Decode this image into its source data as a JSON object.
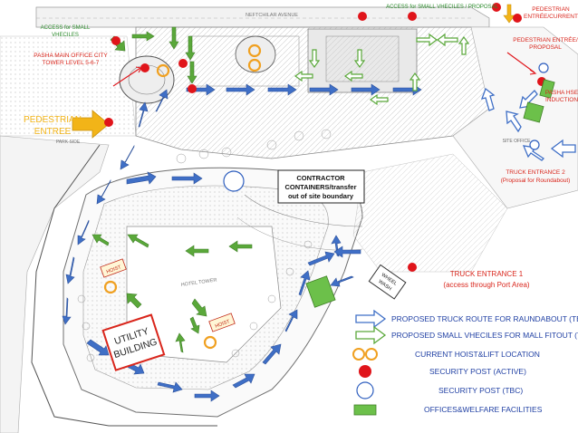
{
  "labels": {
    "access_small_vehicles": "ACCESS for SMALL\nVHECILES",
    "access_small_vehicles_proposal": "ACCESS for SMALL VHECILES / PROPOSAL",
    "pasha_main_office": "PASHA MAIN OFFICE CITY\nTOWER LEVEL 5-6-7",
    "pedestrian_entree": "PEDESTRIAN\nENTREE",
    "pedestrian_entree_current": "PEDESTRIAN\nENTRÉE/CURRENT",
    "pedestrian_entree_proposal": "PEDESTRIAN ENTRÉE/\nPROPOSAL",
    "pasha_hse_induction": "PASHA HSE\nINDUCTION",
    "site_office": "SITE OFFICE",
    "truck_entrance_2": "TRUCK ENTRANCE 2\n(Proposal for Roundabout)",
    "contractor_containers": "CONTRACTOR\nCONTAINERS/transfer\nout of site boundary",
    "truck_entrance_1": "TRUCK ENTRANCE 1\n(access through Port Area)",
    "wheel_wash": "WHEEL\nWASH",
    "hoist_left": "HOIST",
    "hoist_right": "HOIST",
    "utility_building": "UTILITY\nBUILDING",
    "hotel_tower": "HOTEL TOWER",
    "street_top": "NEFTCHILAR AVENUE",
    "park_side": "PARK SIDE"
  },
  "legend": [
    {
      "icon": "blue-outline-arrow",
      "text": "PROPOSED TRUCK ROUTE FOR RAUNDABOUT (TBC)"
    },
    {
      "icon": "green-outline-arrow",
      "text": "PROPOSED SMALL VHECILES FOR MALL FITOUT (TBC)"
    },
    {
      "icon": "orange-double-circle",
      "text": "CURRENT HOIST&LIFT LOCATION"
    },
    {
      "icon": "red-dot",
      "text": "SECURITY POST (ACTIVE)"
    },
    {
      "icon": "blue-outline-circle",
      "text": "SECURITY POST (TBC)"
    },
    {
      "icon": "green-rectangle",
      "text": "OFFICES&WELFARE FACILITIES"
    }
  ],
  "colors": {
    "truck_route": "#3f6fc6",
    "small_vehicle_route": "#5aa83a",
    "security_active": "#e0141a",
    "security_tbc": "#2f5fbf",
    "hoist": "#f0a020",
    "office": "#6cc04a",
    "pedestrian_arrow": "#f2b418",
    "label_red": "#d9261c"
  }
}
